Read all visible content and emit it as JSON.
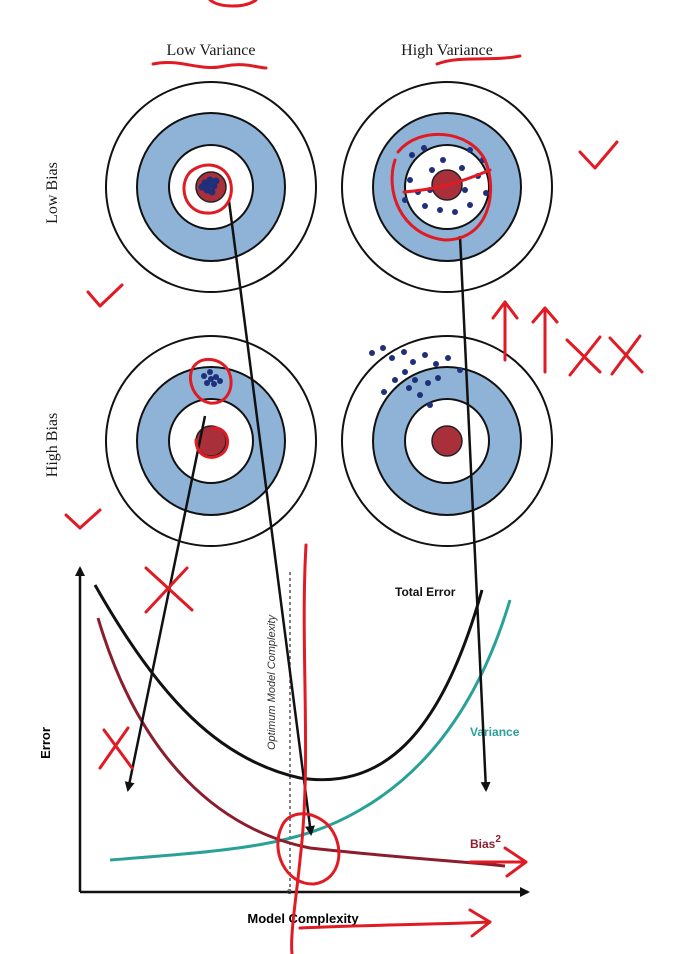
{
  "targets": {
    "col_labels": [
      "Low Variance",
      "High Variance"
    ],
    "row_labels": [
      "Low Bias",
      "High Bias"
    ],
    "colors": {
      "ring_blue": "#8fb3d6",
      "bullseye": "#a9303b",
      "dots": "#1f2f7a",
      "ring_stroke": "#111111"
    }
  },
  "graph": {
    "y_axis_label": "Error",
    "x_axis_label": "Model Complexity",
    "total_error_label": "Total Error",
    "variance_label": "Variance",
    "bias_label": "Bias",
    "bias_superscript": "2",
    "optimum_label": "Optimum Model Complexity",
    "colors": {
      "total": "#111111",
      "variance": "#2aa198",
      "bias": "#8b1e2d"
    }
  },
  "annotations": {
    "ink_color": "#e01b24"
  }
}
